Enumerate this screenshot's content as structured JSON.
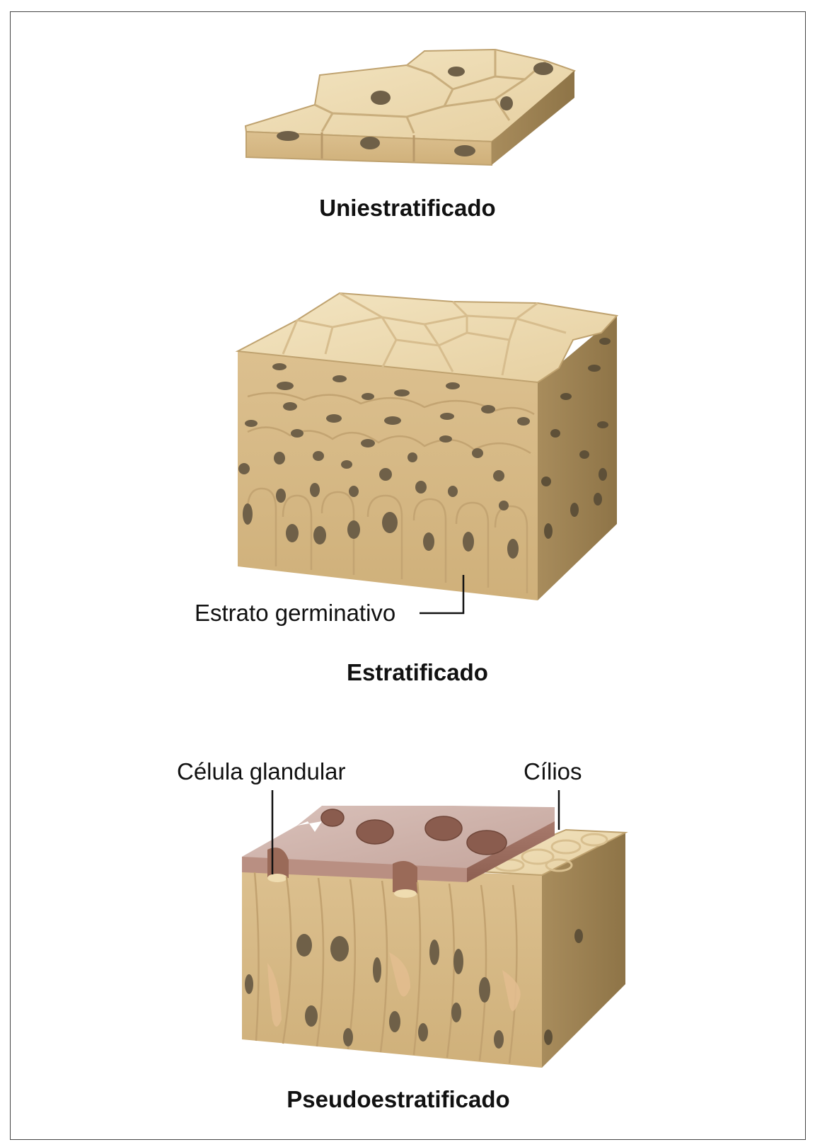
{
  "figure": {
    "sections": [
      {
        "caption": "Uniestratificado"
      },
      {
        "caption": "Estratificado",
        "callouts": [
          "Estrato germinativo"
        ]
      },
      {
        "caption": "Pseudoestratificado",
        "callouts": [
          "Célula glandular",
          "Cílios"
        ]
      }
    ]
  },
  "colors": {
    "cell_light": "#ecd9ae",
    "cell_border": "#bfa26f",
    "side_face": "#b89b68",
    "nucleus": "#6f6048",
    "mucus_layer": "#c9aaa2",
    "mucus_nucleus": "#7a4b40"
  }
}
